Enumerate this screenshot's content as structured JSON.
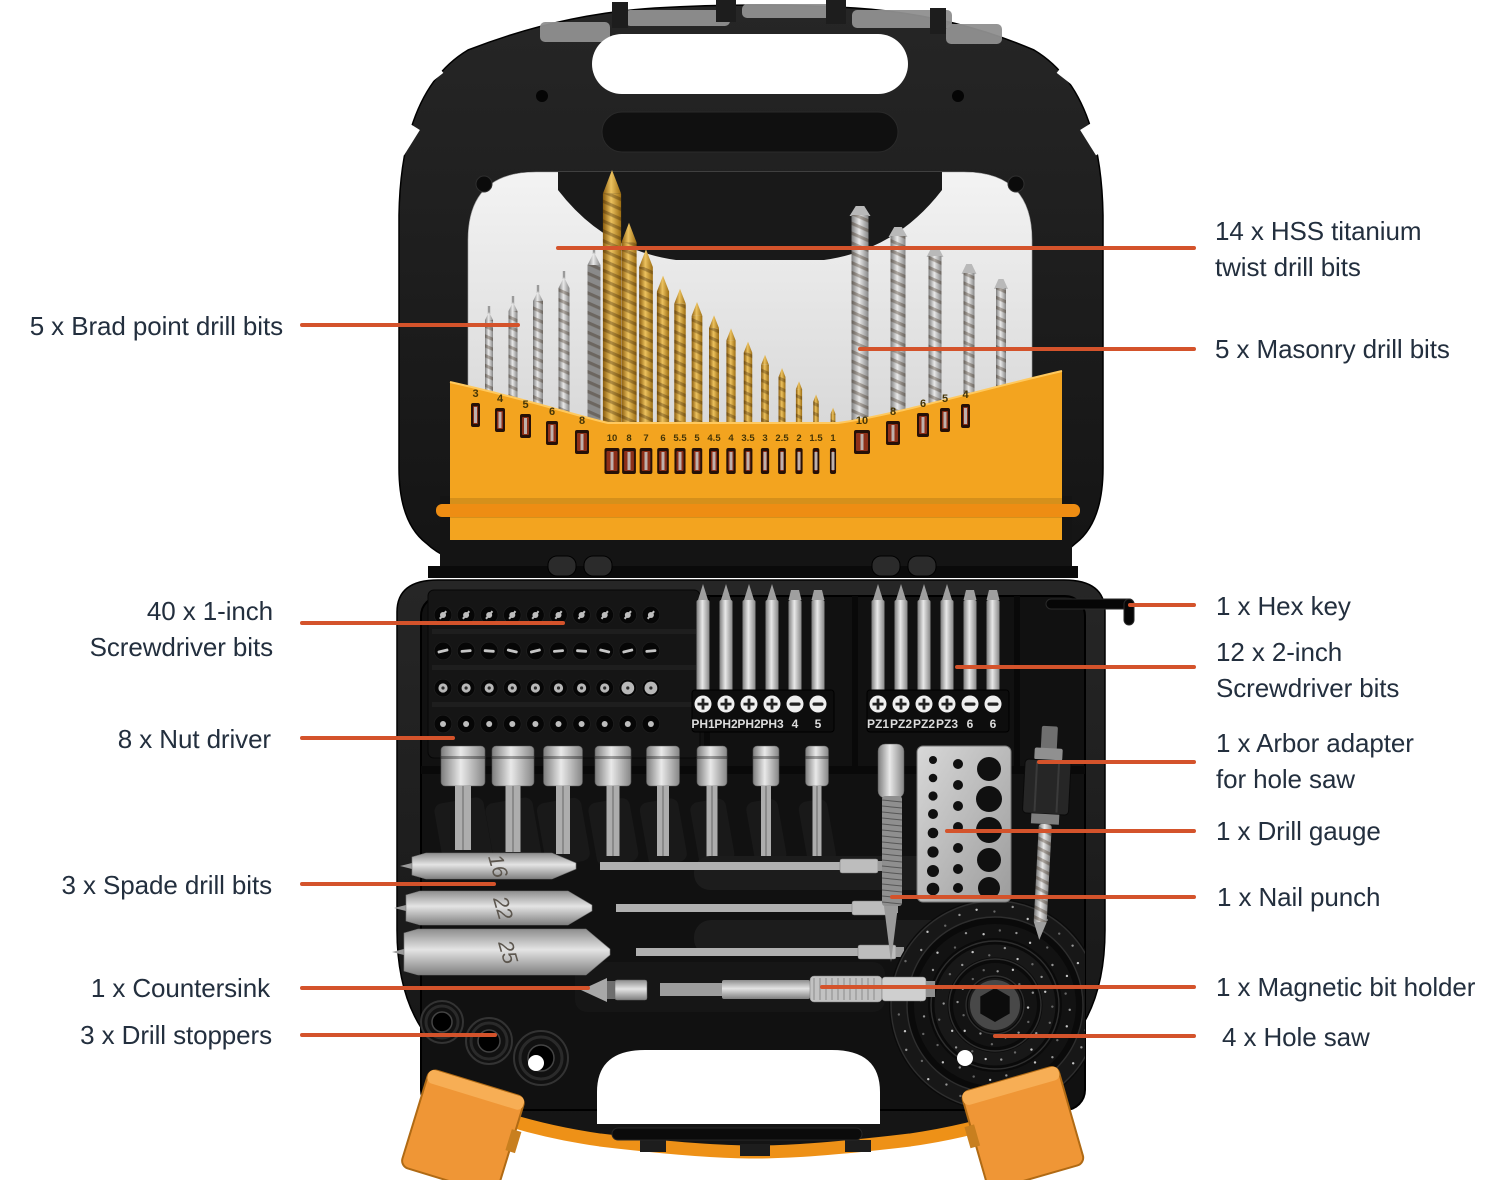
{
  "annotations": {
    "left": [
      {
        "id": "brad-point-drill-bits",
        "text": "5 x Brad point drill bits"
      },
      {
        "id": "one-inch-screwdriver-bits",
        "text": "40 x 1-inch\nScrewdriver bits"
      },
      {
        "id": "nut-driver",
        "text": "8 x Nut driver"
      },
      {
        "id": "spade-drill-bits",
        "text": "3 x Spade drill bits"
      },
      {
        "id": "countersink",
        "text": "1 x Countersink"
      },
      {
        "id": "drill-stoppers",
        "text": "3 x Drill stoppers"
      }
    ],
    "right": [
      {
        "id": "hss-titanium-twist-drill-bits",
        "text": "14 x HSS titanium\ntwist drill bits"
      },
      {
        "id": "masonry-drill-bits",
        "text": "5 x Masonry drill bits"
      },
      {
        "id": "hex-key",
        "text": "1 x Hex key"
      },
      {
        "id": "two-inch-screwdriver-bits",
        "text": "12 x 2-inch\nScrewdriver bits"
      },
      {
        "id": "arbor-adapter",
        "text": "1 x Arbor adapter\nfor hole saw"
      },
      {
        "id": "drill-gauge",
        "text": "1 x Drill gauge"
      },
      {
        "id": "nail-punch",
        "text": "1 x Nail punch"
      },
      {
        "id": "magnetic-bit-holder",
        "text": "1 x Magnetic bit holder"
      },
      {
        "id": "hole-saw",
        "text": "4 x Hole saw"
      }
    ]
  },
  "holder_numbers": {
    "brad_sizes": [
      "3",
      "4",
      "5",
      "6",
      "8"
    ],
    "hss_sizes": [
      "10",
      "8",
      "7",
      "6",
      "5.5",
      "5",
      "4.5",
      "4",
      "3.5",
      "3",
      "2.5",
      "2",
      "1.5",
      "1"
    ],
    "masonry_sizes": [
      "10",
      "8",
      "6",
      "5",
      "4"
    ]
  },
  "bit_labels": {
    "ph_group": [
      "PH1",
      "PH2",
      "PH2",
      "PH3",
      "4",
      "5"
    ],
    "pz_group": [
      "PZ1",
      "PZ2",
      "PZ2",
      "PZ3",
      "6",
      "6"
    ]
  },
  "spade_sizes": [
    "16",
    "22",
    "25"
  ],
  "colors": {
    "callout_line": "#d4532b",
    "label_text": "#232f3e",
    "case_black": "#1b1b1b",
    "holder_yellow": "#f3a41f",
    "latch_orange": "#ef9636",
    "titanium_gold": "#d7a63f",
    "metal_silver": "#c9c9c9"
  }
}
